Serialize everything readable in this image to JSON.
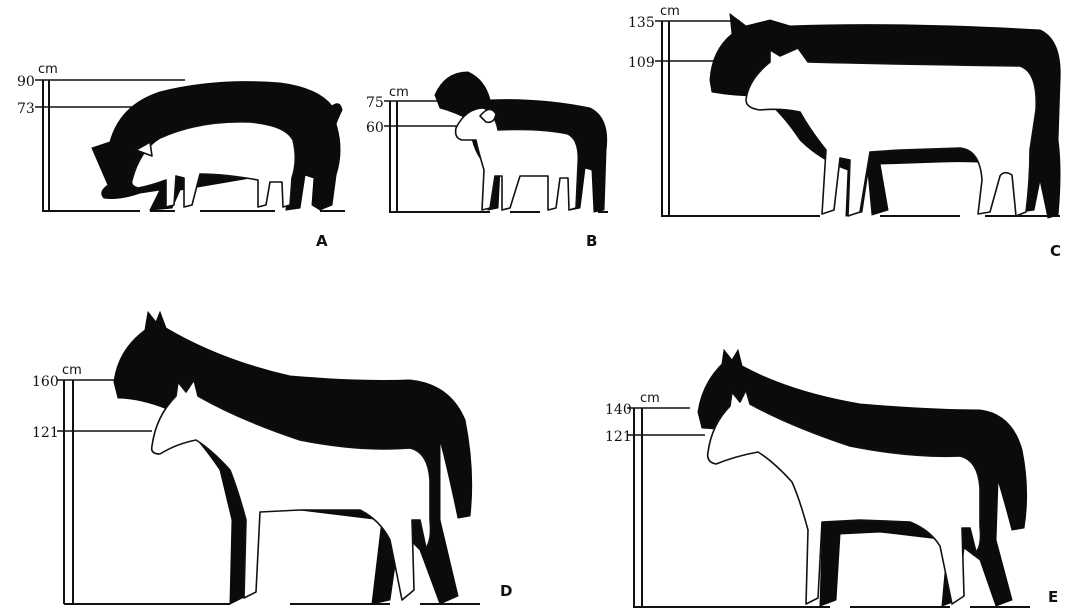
{
  "panels": [
    {
      "letter": "A",
      "unit": "cm",
      "upper": "90",
      "lower": "73",
      "animal": "pig"
    },
    {
      "letter": "B",
      "unit": "cm",
      "upper": "75",
      "lower": "60",
      "animal": "sheep"
    },
    {
      "letter": "C",
      "unit": "cm",
      "upper": "135",
      "lower": "109",
      "animal": "cattle"
    },
    {
      "letter": "D",
      "unit": "cm",
      "upper": "160",
      "lower": "121",
      "animal": "horse"
    },
    {
      "letter": "E",
      "unit": "cm",
      "upper": "140",
      "lower": "121",
      "animal": "horse"
    }
  ],
  "colors": {
    "silhouette": "#0b0b0b",
    "outline": "#111111",
    "background": "#ffffff"
  }
}
